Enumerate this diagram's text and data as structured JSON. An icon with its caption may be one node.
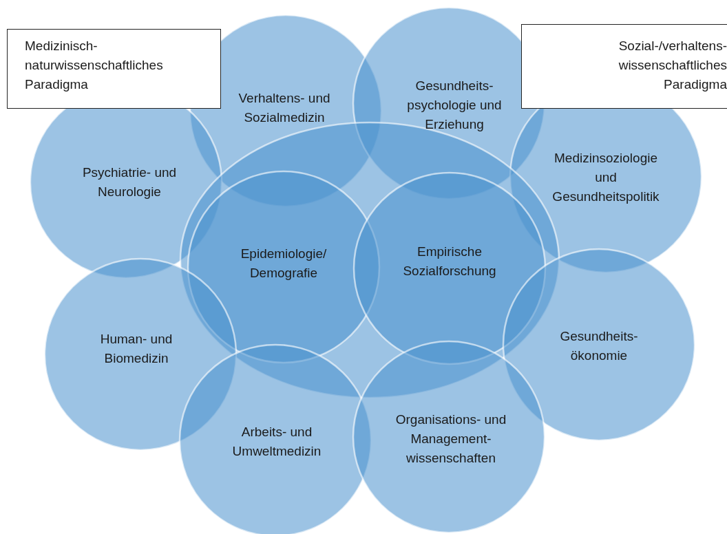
{
  "diagram": {
    "nodes": [
      {
        "text": [
          "Medizinisch- naturwissenschaftliches Paradigma"
        ]
      },
      {
        "text": [
          "Verhaltens- und Sozialmedizin"
        ]
      },
      {
        "text": [
          "Gesundheits- psychologie und Erziehung"
        ]
      },
      {
        "text": [
          "Sozial-/verhaltens- wissenschaftliches Paradigma"
        ]
      },
      {
        "text": [
          "Psychiatrie- und Neurologie"
        ]
      },
      {
        "text": [
          "Medizinsoziologie und Gesundheitspolitik"
        ]
      },
      {
        "text": [],
        "shape": "ellipse"
      },
      {
        "text": [
          "Epidemiologie/ Demografie"
        ],
        "in": 6
      },
      {
        "text": [
          "Empirische Sozialforschung"
        ],
        "in": 6
      },
      {
        "text": [
          "Human- und Biomedizin"
        ]
      },
      {
        "text": [
          "Gesundheits- ökonomie"
        ]
      },
      {
        "text": [
          "Arbeits- und Umweltmedizin"
        ]
      },
      {
        "text": [
          "Organisations- und Management- wissenschaften"
        ]
      }
    ]
  }
}
